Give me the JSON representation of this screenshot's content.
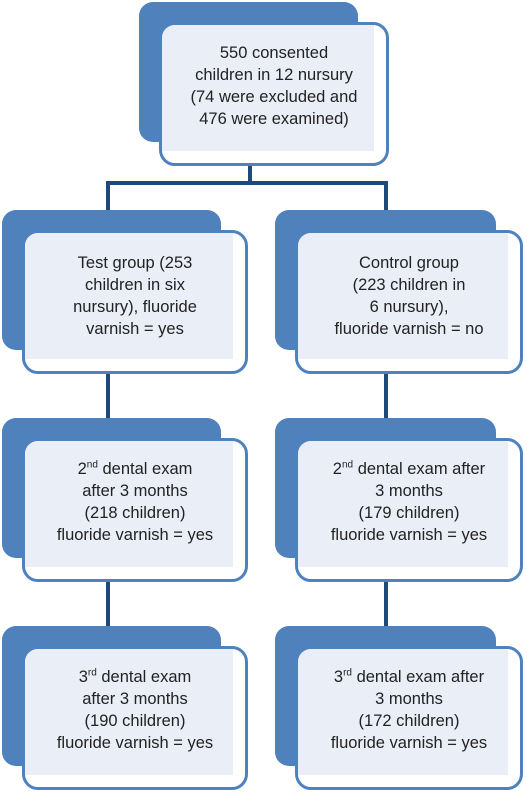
{
  "colors": {
    "accent": "#4f81bd",
    "connector": "#1f497d",
    "fill": "#eaeef7"
  },
  "root": {
    "lines": [
      "550 consented",
      "children in 12 nursury",
      "(74 were excluded and",
      "476 were examined)"
    ]
  },
  "test": {
    "group": {
      "lines": [
        "Test group (253",
        "children in six",
        "nursury), fluoride",
        "varnish = yes"
      ]
    },
    "exam2": {
      "ordinal": "2",
      "suffix": "nd",
      "line1_rest": " dental exam",
      "lines": [
        "after 3 months",
        "(218 children)",
        "fluoride varnish = yes"
      ]
    },
    "exam3": {
      "ordinal": "3",
      "suffix": "rd",
      "line1_rest": " dental exam",
      "lines": [
        "after 3 months",
        "(190 children)",
        "fluoride varnish = yes"
      ]
    }
  },
  "control": {
    "group": {
      "lines": [
        "Control group",
        "(223 children in",
        "6 nursury),",
        "fluoride varnish = no"
      ]
    },
    "exam2": {
      "ordinal": "2",
      "suffix": "nd",
      "line1_rest": " dental exam after",
      "lines": [
        "3 months",
        "(179 children)",
        "fluoride varnish = yes"
      ]
    },
    "exam3": {
      "ordinal": "3",
      "suffix": "rd",
      "line1_rest": " dental exam after",
      "lines": [
        "3 months",
        "(172 children)",
        "fluoride varnish = yes"
      ]
    }
  }
}
